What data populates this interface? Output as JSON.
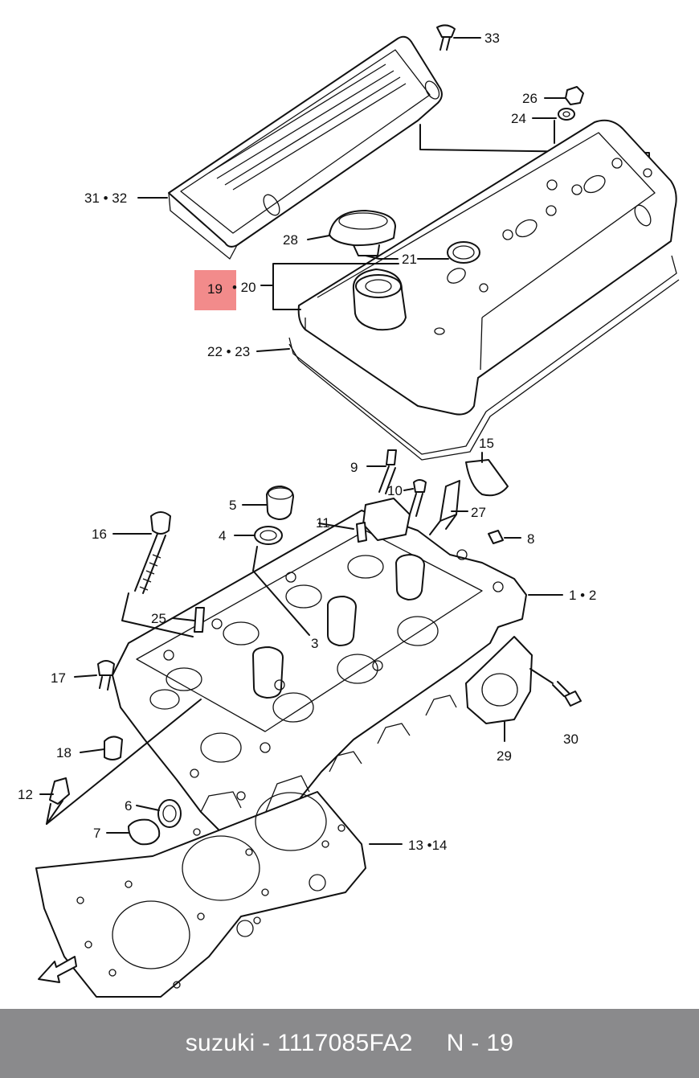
{
  "labels": {
    "l33": "33",
    "l26": "26",
    "l24": "24",
    "l3132": "31 • 32",
    "l28": "28",
    "l21": "21",
    "l19": "19",
    "l20": "• 20",
    "l2223": "22 • 23",
    "l15": "15",
    "l9": "9",
    "l10": "10",
    "l27": "27",
    "l5": "5",
    "l11": "11",
    "l16": "16",
    "l4": "4",
    "l8": "8",
    "l12": "1 • 2",
    "l25": "25",
    "l3": "3",
    "l17": "17",
    "l30": "30",
    "l29": "29",
    "l18": "18",
    "l12b": "12",
    "l6": "6",
    "l7": "7",
    "l1314": "13 •14"
  },
  "highlight": {
    "part": "19",
    "color": "#f28b8b"
  },
  "footer": {
    "part_info": "suzuki - 1117085FA2",
    "ref": "N - 19"
  }
}
